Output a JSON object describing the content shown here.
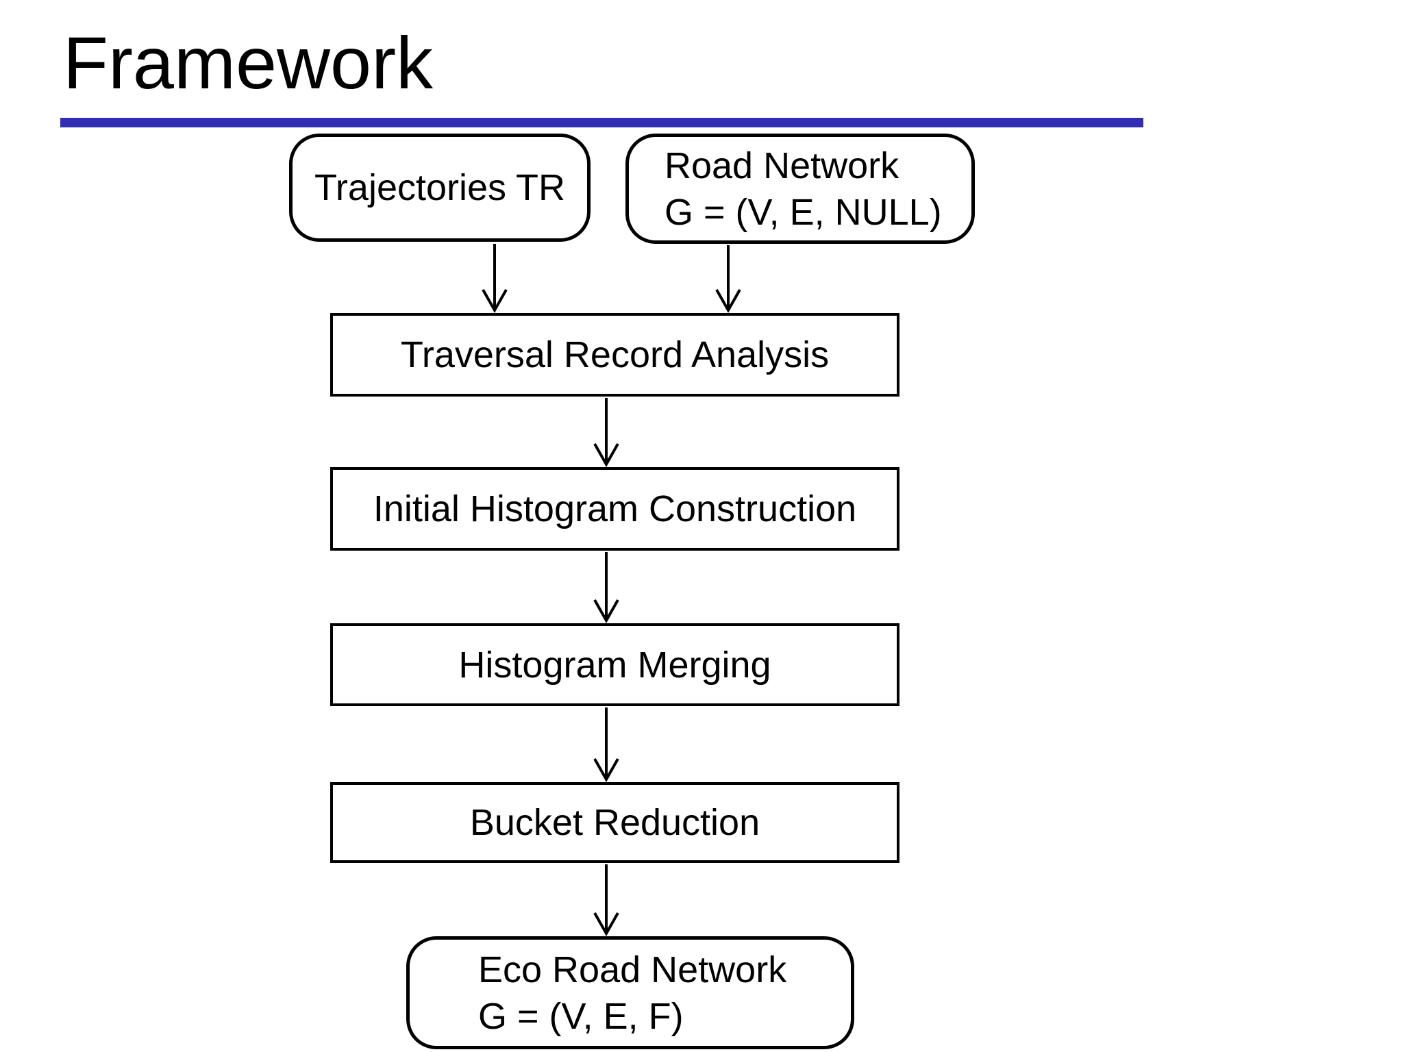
{
  "slide": {
    "title": "Framework",
    "accent_color": "#302EB4",
    "background_color": "#FFFFFF",
    "text_color": "#000000"
  },
  "diagram": {
    "nodes": [
      {
        "id": "trajectories",
        "shape": "rounded-rect",
        "label": "Trajectories TR"
      },
      {
        "id": "road-network",
        "shape": "rounded-rect",
        "label": "Road Network",
        "label2": "G = (V, E, NULL)"
      },
      {
        "id": "traversal",
        "shape": "rect",
        "label": "Traversal Record Analysis"
      },
      {
        "id": "initial-histogram",
        "shape": "rect",
        "label": "Initial Histogram Construction"
      },
      {
        "id": "histogram-merging",
        "shape": "rect",
        "label": "Histogram Merging"
      },
      {
        "id": "bucket-reduction",
        "shape": "rect",
        "label": "Bucket Reduction"
      },
      {
        "id": "eco-road-network",
        "shape": "rounded-rect",
        "label": "Eco Road Network",
        "label2": "G = (V, E, F)"
      }
    ],
    "edges": [
      {
        "from": "trajectories",
        "to": "traversal"
      },
      {
        "from": "road-network",
        "to": "traversal"
      },
      {
        "from": "traversal",
        "to": "initial-histogram"
      },
      {
        "from": "initial-histogram",
        "to": "histogram-merging"
      },
      {
        "from": "histogram-merging",
        "to": "bucket-reduction"
      },
      {
        "from": "bucket-reduction",
        "to": "eco-road-network"
      }
    ]
  }
}
